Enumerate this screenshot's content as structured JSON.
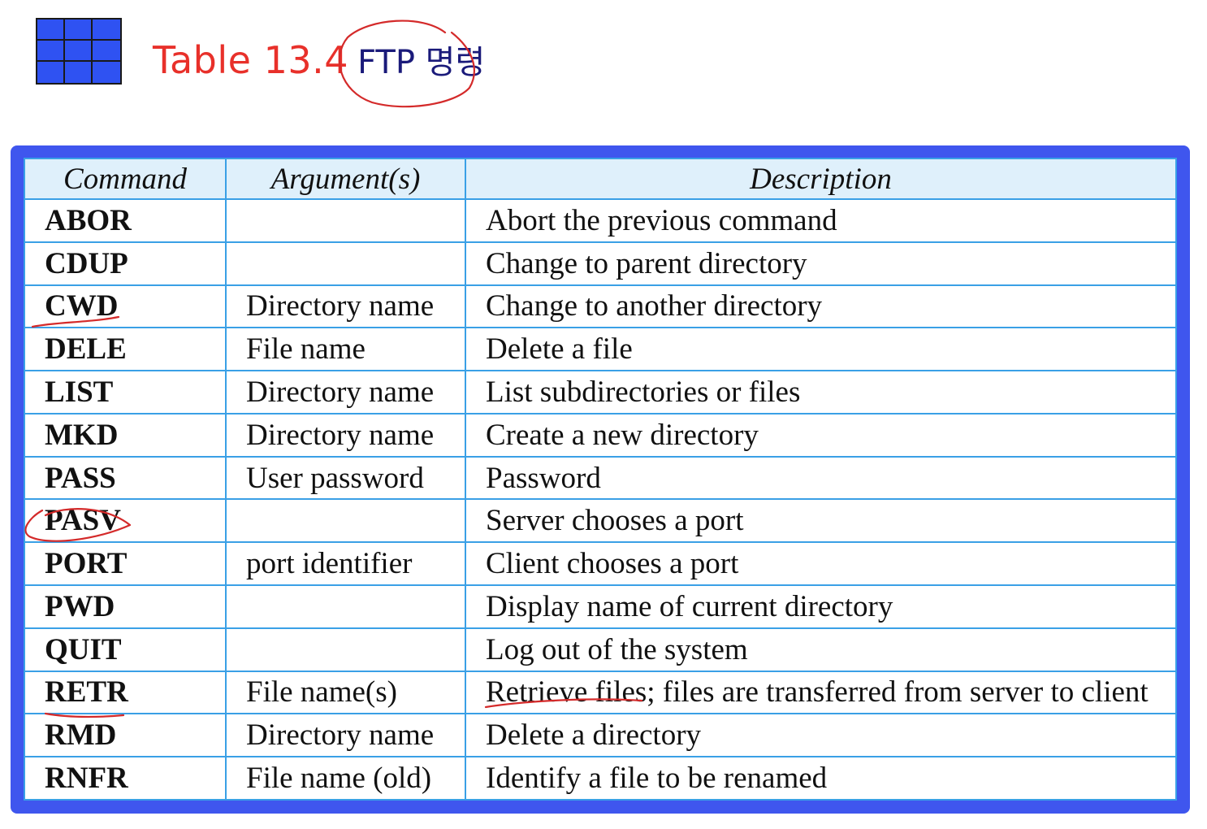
{
  "title": {
    "label": "Table 13.4",
    "subtitle": "FTP 명령"
  },
  "table": {
    "headers": [
      "Command",
      "Argument(s)",
      "Description"
    ],
    "rows": [
      {
        "command": "ABOR",
        "args": "",
        "description": "Abort the previous command"
      },
      {
        "command": "CDUP",
        "args": "",
        "description": "Change to parent directory"
      },
      {
        "command": "CWD",
        "args": "Directory name",
        "description": "Change to another directory"
      },
      {
        "command": "DELE",
        "args": "File name",
        "description": "Delete a file"
      },
      {
        "command": "LIST",
        "args": "Directory name",
        "description": "List subdirectories or files"
      },
      {
        "command": "MKD",
        "args": "Directory name",
        "description": "Create a new directory"
      },
      {
        "command": "PASS",
        "args": "User password",
        "description": "Password"
      },
      {
        "command": "PASV",
        "args": "",
        "description": "Server chooses a port"
      },
      {
        "command": "PORT",
        "args": "port identifier",
        "description": "Client chooses a port"
      },
      {
        "command": "PWD",
        "args": "",
        "description": "Display name of current directory"
      },
      {
        "command": "QUIT",
        "args": "",
        "description": "Log out of the system"
      },
      {
        "command": "RETR",
        "args": "File name(s)",
        "description": "Retrieve files; files are transferred from server to client"
      },
      {
        "command": "RMD",
        "args": "Directory name",
        "description": "Delete a directory"
      },
      {
        "command": "RNFR",
        "args": "File name (old)",
        "description": "Identify a file to be renamed"
      }
    ]
  },
  "colors": {
    "frame": "#3f56ee",
    "grid": "#3aa0e6",
    "header_bg": "#dff0fb",
    "title_label": "#e8302a",
    "title_sub": "#1a1a7a",
    "annotation_ink": "#d42a2a",
    "icon_fill": "#2f52f2"
  },
  "icons": {
    "title_icon": "table-grid-icon"
  }
}
